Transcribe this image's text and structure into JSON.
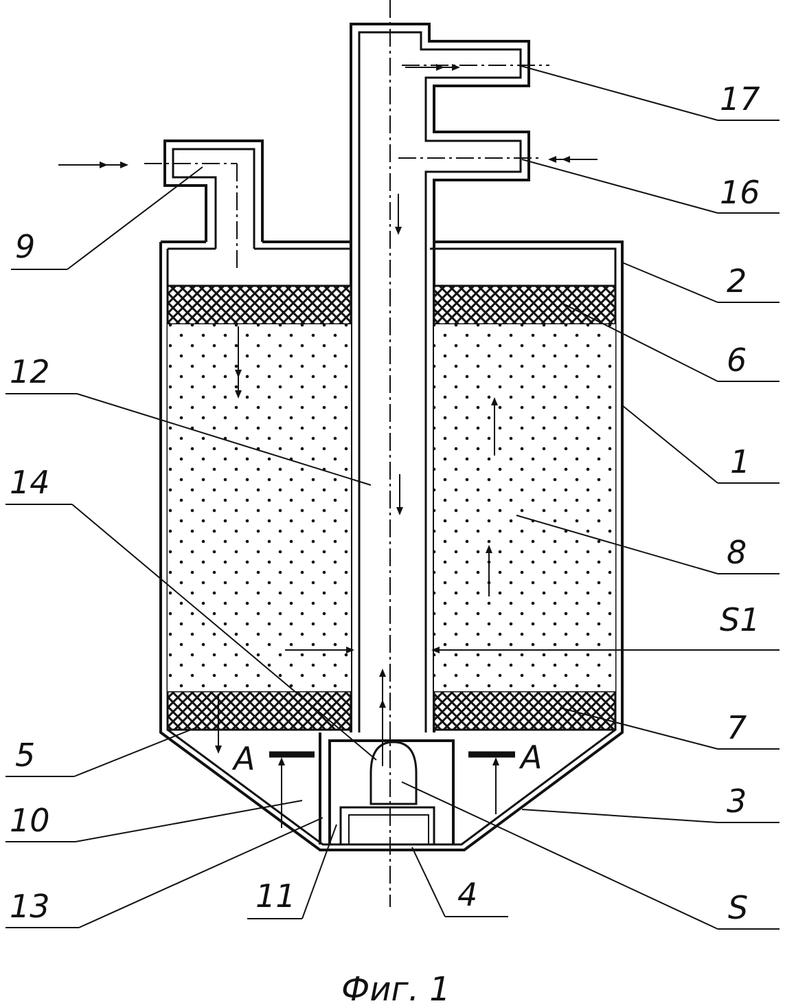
{
  "figure": {
    "caption": "Фиг. 1",
    "labels": {
      "l1": "1",
      "l2": "2",
      "l3": "3",
      "l4": "4",
      "l5": "5",
      "l6": "6",
      "l7": "7",
      "l8": "8",
      "l9": "9",
      "l10": "10",
      "l11": "11",
      "l12": "12",
      "l13": "13",
      "l14": "14",
      "l16": "16",
      "l17": "17",
      "lS": "S",
      "lS1": "S1",
      "lA_left": "A",
      "lA_right": "A"
    }
  }
}
